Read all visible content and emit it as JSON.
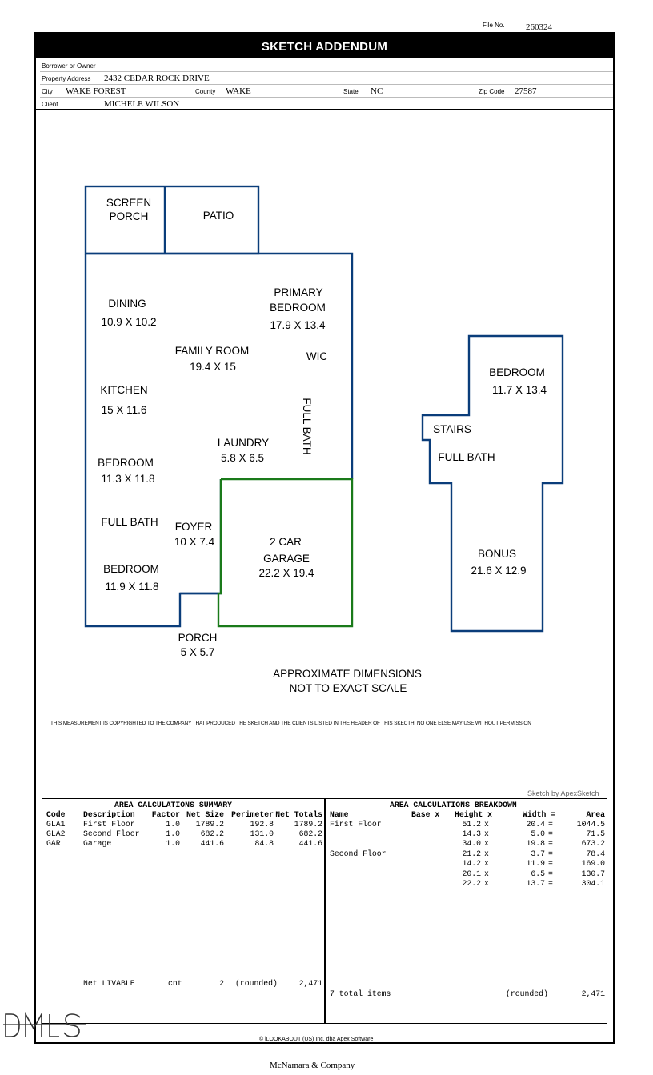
{
  "file": {
    "label": "File No.",
    "value": "260324"
  },
  "title": "SKETCH ADDENDUM",
  "header": {
    "borrower_label": "Borrower or Owner",
    "borrower_value": "",
    "address_label": "Property Address",
    "address_value": "2432 CEDAR ROCK DRIVE",
    "city_label": "City",
    "city_value": "WAKE FOREST",
    "county_label": "County",
    "county_value": "WAKE",
    "state_label": "State",
    "state_value": "NC",
    "zip_label": "Zip Code",
    "zip_value": "27587",
    "client_label": "Client",
    "client_value": "MICHELE WILSON"
  },
  "rooms": {
    "screen_porch_1": "SCREEN",
    "screen_porch_2": "PORCH",
    "patio": "PATIO",
    "dining": "DINING",
    "dining_dim": "10.9 X 10.2",
    "primary_1": "PRIMARY",
    "primary_2": "BEDROOM",
    "primary_dim": "17.9 X 13.4",
    "family": "FAMILY ROOM",
    "family_dim": "19.4 X 15",
    "wic": "WIC",
    "kitchen": "KITCHEN",
    "kitchen_dim": "15 X 11.6",
    "full_bath_vertical": "FULL BATH",
    "laundry": "LAUNDRY",
    "laundry_dim": "5.8 X 6.5",
    "bedroom_a": "BEDROOM",
    "bedroom_a_dim": "11.3 X 11.8",
    "full_bath_a": "FULL BATH",
    "foyer": "FOYER",
    "foyer_dim": "10 X 7.4",
    "garage_1": "2 CAR",
    "garage_2": "GARAGE",
    "garage_dim": "22.2 X 19.4",
    "bedroom_b": "BEDROOM",
    "bedroom_b_dim": "11.9 X 11.8",
    "porch": "PORCH",
    "porch_dim": "5 X 5.7",
    "up_bedroom": "BEDROOM",
    "up_bedroom_dim": "11.7 X 13.4",
    "stairs": "STAIRS",
    "up_full_bath": "FULL BATH",
    "bonus": "BONUS",
    "bonus_dim": "21.6 X 12.9"
  },
  "note_1": "APPROXIMATE DIMENSIONS",
  "note_2": "NOT TO EXACT SCALE",
  "copyright_notice": "THIS MEASUREMENT IS COPYRIGHTED TO THE COMPANY THAT PRODUCED THE SKETCH AND THE CLIENTS LISTED IN THE HEADER OF THIS SKECTH. NO ONE ELSE MAY USE WITHOUT PERMISSION",
  "apex_credit": "Sketch by ApexSketch",
  "summary": {
    "title": "AREA CALCULATIONS SUMMARY",
    "headers": [
      "Code",
      "Description",
      "Factor",
      "Net Size",
      "Perimeter",
      "Net Totals"
    ],
    "rows": [
      [
        "GLA1",
        "First Floor",
        "1.0",
        "1789.2",
        "192.8",
        "1789.2"
      ],
      [
        "GLA2",
        "Second Floor",
        "1.0",
        "682.2",
        "131.0",
        "682.2"
      ],
      [
        "GAR",
        "Garage",
        "1.0",
        "441.6",
        "84.8",
        "441.6"
      ]
    ],
    "net_label": "Net LIVABLE",
    "net_cnt": "cnt",
    "net_count": "2",
    "net_rounded": "(rounded)",
    "net_total": "2,471"
  },
  "breakdown": {
    "title": "AREA CALCULATIONS BREAKDOWN",
    "headers": [
      "Name",
      "Base x",
      "Height x",
      "Width =",
      "Area"
    ],
    "rows": [
      [
        "First Floor",
        "51.2",
        "x",
        "20.4",
        "=",
        "1044.5"
      ],
      [
        "",
        "14.3",
        "x",
        "5.0",
        "=",
        "71.5"
      ],
      [
        "",
        "34.0",
        "x",
        "19.8",
        "=",
        "673.2"
      ],
      [
        "Second Floor",
        "21.2",
        "x",
        "3.7",
        "=",
        "78.4"
      ],
      [
        "",
        "14.2",
        "x",
        "11.9",
        "=",
        "169.0"
      ],
      [
        "",
        "20.1",
        "x",
        "6.5",
        "=",
        "130.7"
      ],
      [
        "",
        "22.2",
        "x",
        "13.7",
        "=",
        "304.1"
      ]
    ],
    "total_label": "7 total items",
    "total_rounded": "(rounded)",
    "total_value": "2,471"
  },
  "copyright_bottom": "© iLOOKABOUT (US) Inc. dba Apex Software",
  "footer": "McNamara & Company",
  "mls_logo_text": "DMLS",
  "colors": {
    "floor_line": "#0a3d7a",
    "garage_line": "#1a7a1a"
  }
}
